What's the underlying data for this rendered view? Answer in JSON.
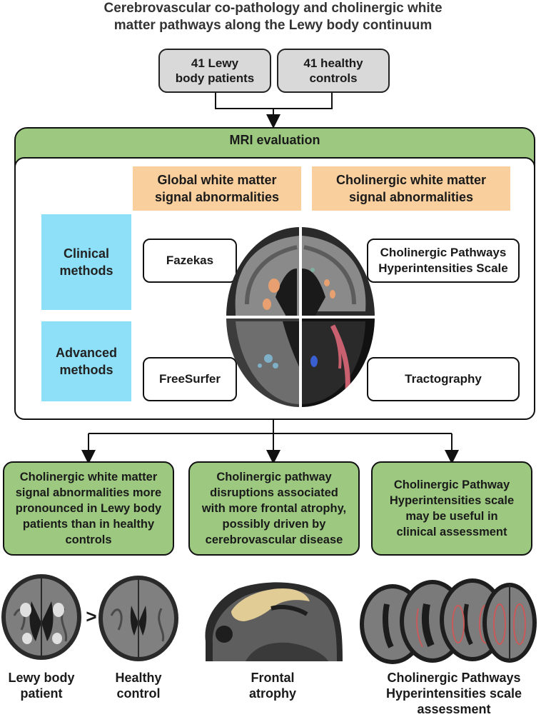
{
  "title": {
    "line1": "Cerebrovascular co-pathology and cholinergic white",
    "line2": "matter pathways along the Lewy body continuum"
  },
  "groups": {
    "patients_line1": "41 Lewy",
    "patients_line2": "body patients",
    "controls_line1": "41 healthy",
    "controls_line2": "controls"
  },
  "mri": {
    "label": "MRI evaluation",
    "global_wm_line1": "Global white matter",
    "global_wm_line2": "signal abnormalities",
    "cholinergic_wm_line1": "Cholinergic white matter",
    "cholinergic_wm_line2": "signal abnormalities",
    "clinical_line1": "Clinical",
    "clinical_line2": "methods",
    "advanced_line1": "Advanced",
    "advanced_line2": "methods",
    "fazekas": "Fazekas",
    "chips_line1": "Cholinergic Pathways",
    "chips_line2": "Hyperintensities Scale",
    "freesurfer": "FreeSurfer",
    "tractography": "Tractography"
  },
  "findings": [
    {
      "lines": [
        "Cholinergic white matter",
        "signal abnormalities more",
        "pronounced in Lewy body",
        "patients than in healthy",
        "controls"
      ]
    },
    {
      "lines": [
        "Cholinergic pathway",
        "disruptions associated",
        "with more frontal atrophy,",
        "possibly driven by",
        "cerebrovascular disease"
      ]
    },
    {
      "lines": [
        "Cholinergic Pathway",
        "Hyperintensities scale",
        "may be useful in",
        "clinical assessment"
      ]
    }
  ],
  "bottom": {
    "comparator": ">",
    "lewy_line1": "Lewy body",
    "lewy_line2": "patient",
    "healthy_line1": "Healthy",
    "healthy_line2": "control",
    "frontal_line1": "Frontal",
    "frontal_line2": "atrophy",
    "chips_line1": "Cholinergic Pathways",
    "chips_line2": "Hyperintensities scale",
    "chips_line3": "assessment"
  },
  "colors": {
    "green": "#9cc97f",
    "orange": "#f9cf9e",
    "blue": "#8ee0f8",
    "grey": "#d9d9d9"
  }
}
